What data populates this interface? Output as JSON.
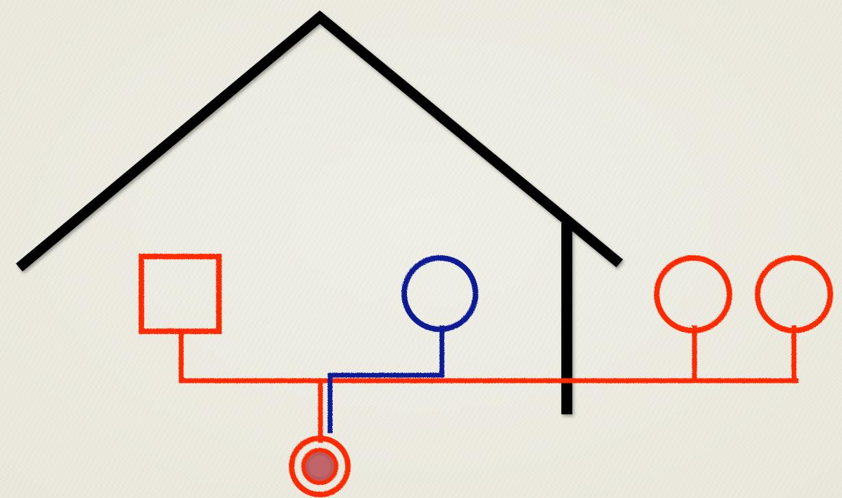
{
  "diagram": {
    "type": "family-genogram-household",
    "colors": {
      "background": "#ecebe1",
      "house": "#000000",
      "red": "#ff2a00",
      "blue": "#0a1a96",
      "focus_fill": "#b85a60"
    },
    "members": [
      {
        "id": "square-left",
        "shape": "square",
        "color": "red",
        "inside_house": true
      },
      {
        "id": "circle-blue",
        "shape": "circle",
        "color": "blue",
        "inside_house": true
      },
      {
        "id": "circle-red-1",
        "shape": "circle",
        "color": "red",
        "inside_house": false
      },
      {
        "id": "circle-red-2",
        "shape": "circle",
        "color": "red",
        "inside_house": false
      },
      {
        "id": "focus-child",
        "shape": "double-circle",
        "color": "red",
        "filled_center": true
      }
    ]
  }
}
